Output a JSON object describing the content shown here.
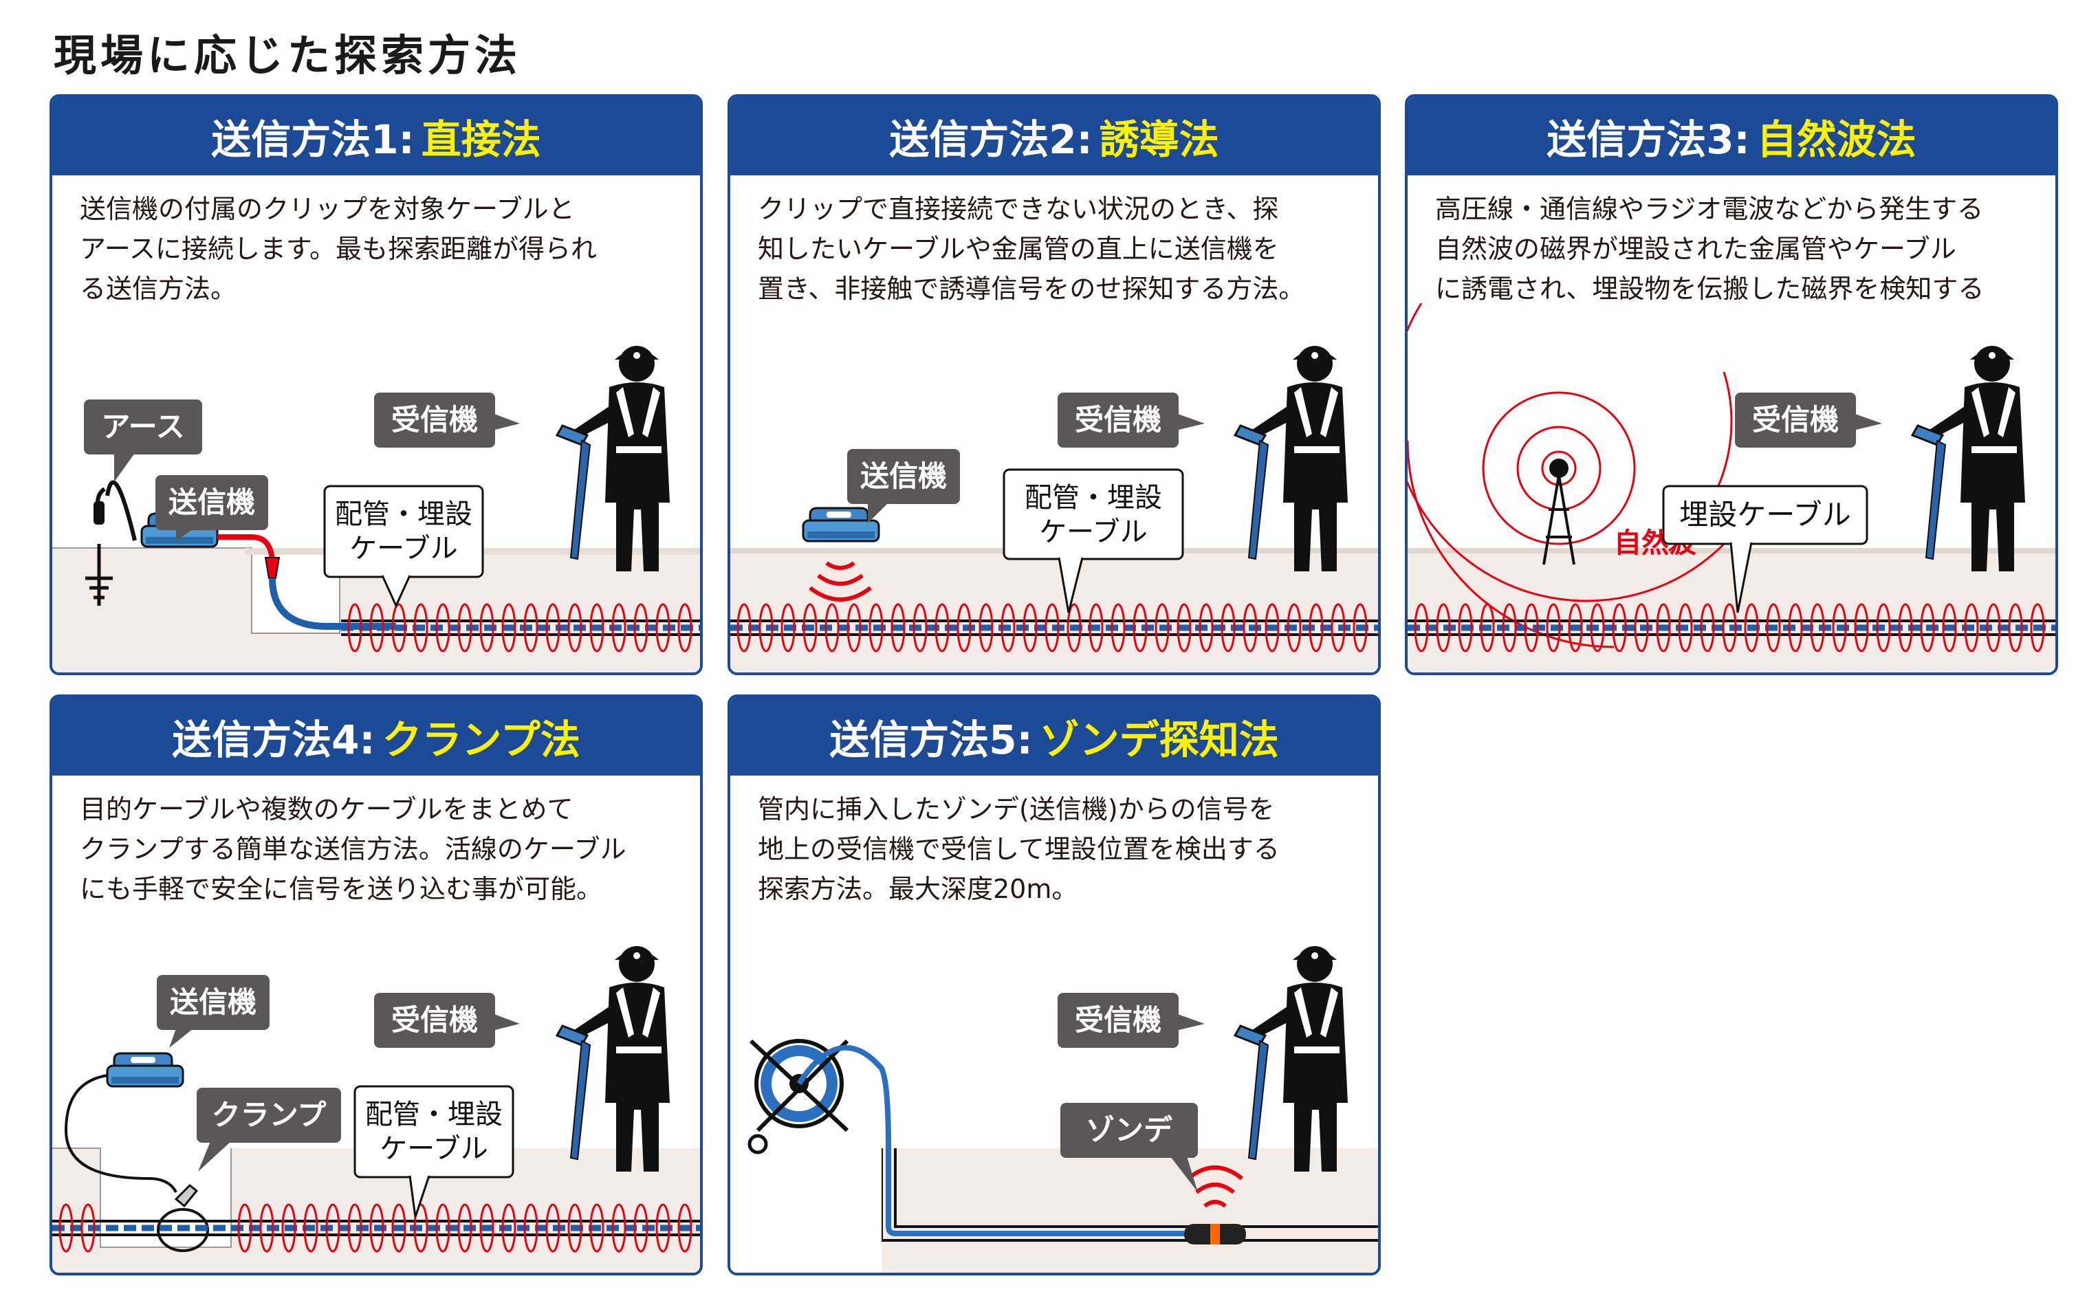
{
  "title": "現場に応じた探索方法",
  "colors": {
    "header_bg": "#1d4a97",
    "method_highlight": "#fff200",
    "coil_red": "#e60012",
    "cable_blue": "#1d5fa8",
    "label_gray": "#595757",
    "ground": "#f3ebe6"
  },
  "labels": {
    "receiver": "受信機",
    "transmitter": "送信機",
    "earth": "アース",
    "pipe_cable_l1": "配管・埋設",
    "pipe_cable_l2": "ケーブル",
    "buried_cable": "埋設ケーブル",
    "natural_wave": "自然波",
    "clamp": "クランプ",
    "sonde": "ゾンデ"
  },
  "panels": [
    {
      "prefix": "送信方法1:",
      "method": "直接法",
      "description": "送信機の付属のクリップを対象ケーブルと\nアースに接続します。最も探索距離が得られ\nる送信方法。"
    },
    {
      "prefix": "送信方法2:",
      "method": "誘導法",
      "description": "クリップで直接接続できない状況のとき、探\n知したいケーブルや金属管の直上に送信機を\n置き、非接触で誘導信号をのせ探知する方法。"
    },
    {
      "prefix": "送信方法3:",
      "method": "自然波法",
      "description": "高圧線・通信線やラジオ電波などから発生する\n自然波の磁界が埋設された金属管やケーブル\nに誘電され、埋設物を伝搬した磁界を検知する"
    },
    {
      "prefix": "送信方法4:",
      "method": "クランプ法",
      "description": "目的ケーブルや複数のケーブルをまとめて\nクランプする簡単な送信方法。活線のケーブル\nにも手軽で安全に信号を送り込む事が可能。"
    },
    {
      "prefix": "送信方法5:",
      "method": "ゾンデ探知法",
      "description": "管内に挿入したゾンデ(送信機)からの信号を\n地上の受信機で受信して埋設位置を検出する\n探索方法。最大深度20m。"
    }
  ]
}
